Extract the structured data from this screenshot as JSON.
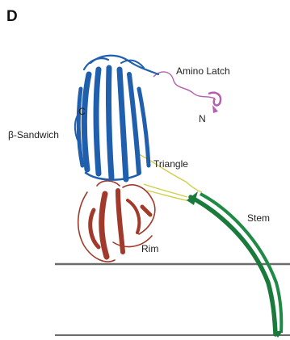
{
  "panel_letter": "D",
  "labels": {
    "amino_latch": "Amino Latch",
    "n_terminus": "N",
    "c_terminus": "C",
    "beta_sandwich": "β-Sandwich",
    "triangle": "Triangle",
    "stem": "Stem",
    "rim": "Rim"
  },
  "colors": {
    "beta_sandwich": "#1f5fae",
    "rim": "#a23a2b",
    "stem": "#1a7a3c",
    "amino_latch": "#b55fb0",
    "linker": "#d8d85a",
    "membrane_line": "#6b6b6b"
  }
}
